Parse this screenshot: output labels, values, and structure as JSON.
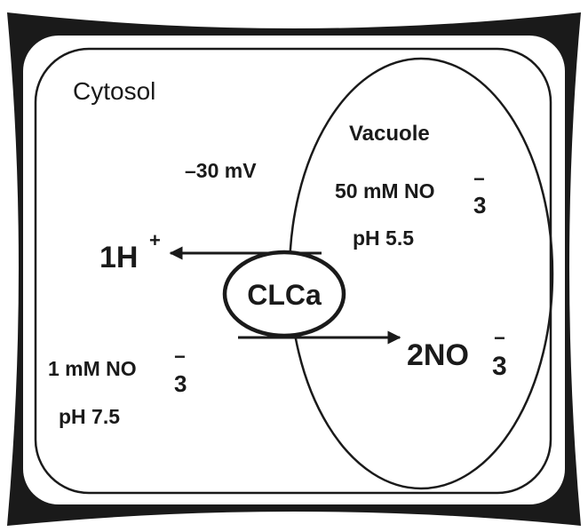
{
  "compartments": {
    "cytosol": {
      "title": "Cytosol",
      "concentration": {
        "prefix": "1 mM NO",
        "sup": "−",
        "sub": "3"
      },
      "ph": "pH 7.5"
    },
    "vacuole": {
      "title": "Vacuole",
      "concentration": {
        "prefix": "50 mM NO",
        "sup": "−",
        "sub": "3"
      },
      "ph": "pH 5.5"
    }
  },
  "membrane_potential": "–30 mV",
  "transporter": {
    "label": "CLCa"
  },
  "flux": {
    "proton": {
      "coef": "1H",
      "sup": "+"
    },
    "nitrate": {
      "coef": "2NO",
      "sup": "−",
      "sub": "3"
    }
  },
  "colors": {
    "ink": "#1a1a1a",
    "background": "#ffffff"
  }
}
